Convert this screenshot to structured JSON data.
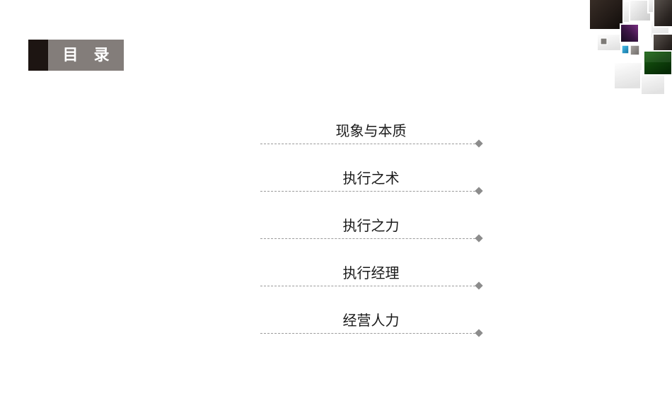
{
  "slide": {
    "background_color": "#ffffff",
    "title": {
      "text": "目 录",
      "accent_color": "#1d1512",
      "plate_color": "#837d7a",
      "text_color": "#ffffff"
    },
    "toc": {
      "items": [
        {
          "label": "现象与本质"
        },
        {
          "label": "执行之术"
        },
        {
          "label": "执行之力"
        },
        {
          "label": "执行经理"
        },
        {
          "label": "经营人力"
        }
      ],
      "rule_color": "#9a9a9a",
      "marker_color": "#8c8c8c",
      "marker_shape": "diamond"
    },
    "decoration": {
      "name": "squares-cluster",
      "position": "top-right",
      "squares": [
        {
          "name": "dark-brown-square",
          "color": "#241c18"
        },
        {
          "name": "light-gray-square",
          "color": "#e4e4e4"
        },
        {
          "name": "dark-charcoal-square",
          "color": "#2b2522"
        },
        {
          "name": "purple-square",
          "color": "#3b1545"
        },
        {
          "name": "cyan-square",
          "color": "#1b93c7"
        },
        {
          "name": "green-square",
          "color": "#10450c"
        },
        {
          "name": "mid-gray-square",
          "color": "#8d8d8d"
        },
        {
          "name": "pale-gray-square",
          "color": "#f0f0f0"
        }
      ]
    }
  }
}
